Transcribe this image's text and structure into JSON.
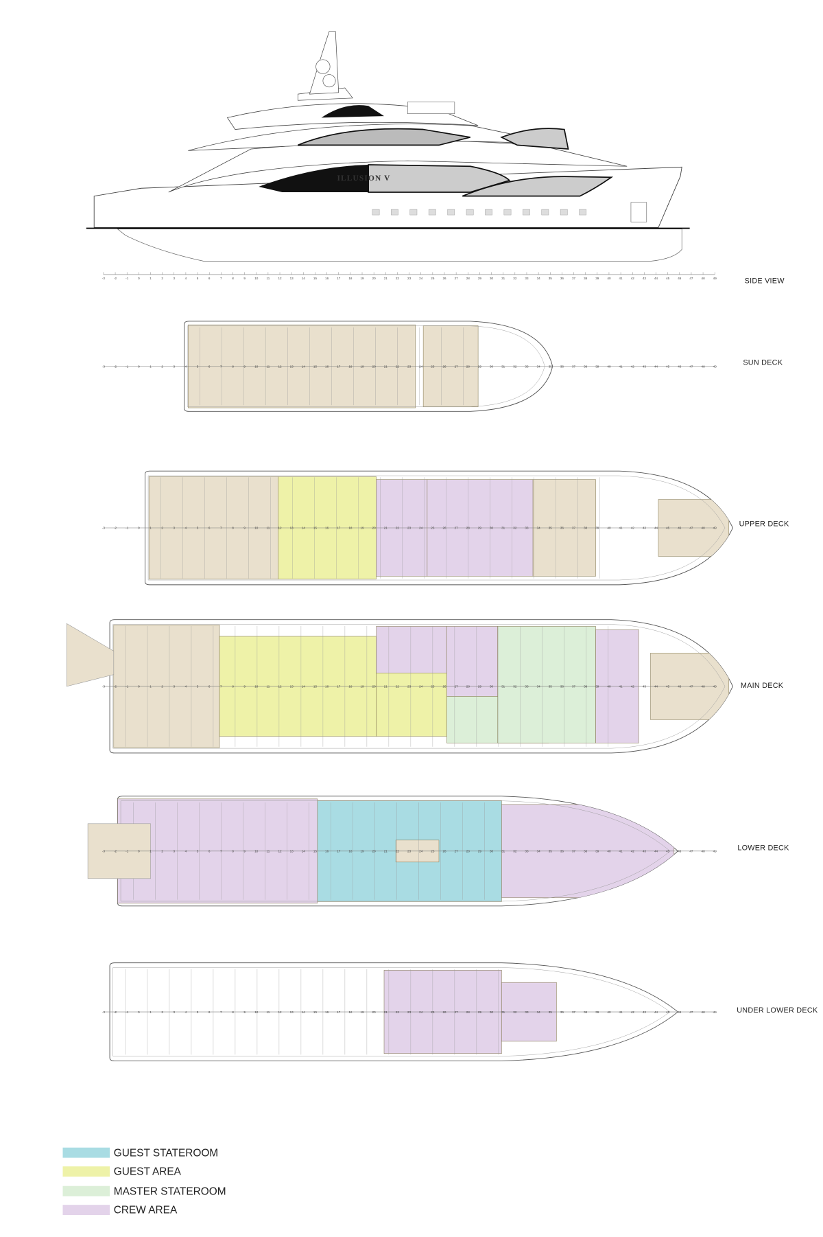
{
  "vessel_name": "ILLUSION V",
  "views": {
    "side": "SIDE VIEW",
    "sun": "SUN DECK",
    "upper": "UPPER DECK",
    "main": "MAIN DECK",
    "lower": "LOWER DECK",
    "under": "UNDER LOWER DECK"
  },
  "frame_range": [
    -3,
    49
  ],
  "legend": [
    {
      "label": "GUEST STATEROOM",
      "color": "#a9dce3"
    },
    {
      "label": "GUEST AREA",
      "color": "#eef2a8"
    },
    {
      "label": "MASTER STATEROOM",
      "color": "#dcefd8"
    },
    {
      "label": "CREW AREA",
      "color": "#e3d3ea"
    }
  ],
  "colors": {
    "deck": "#e9e0cd",
    "line": "#555555"
  }
}
